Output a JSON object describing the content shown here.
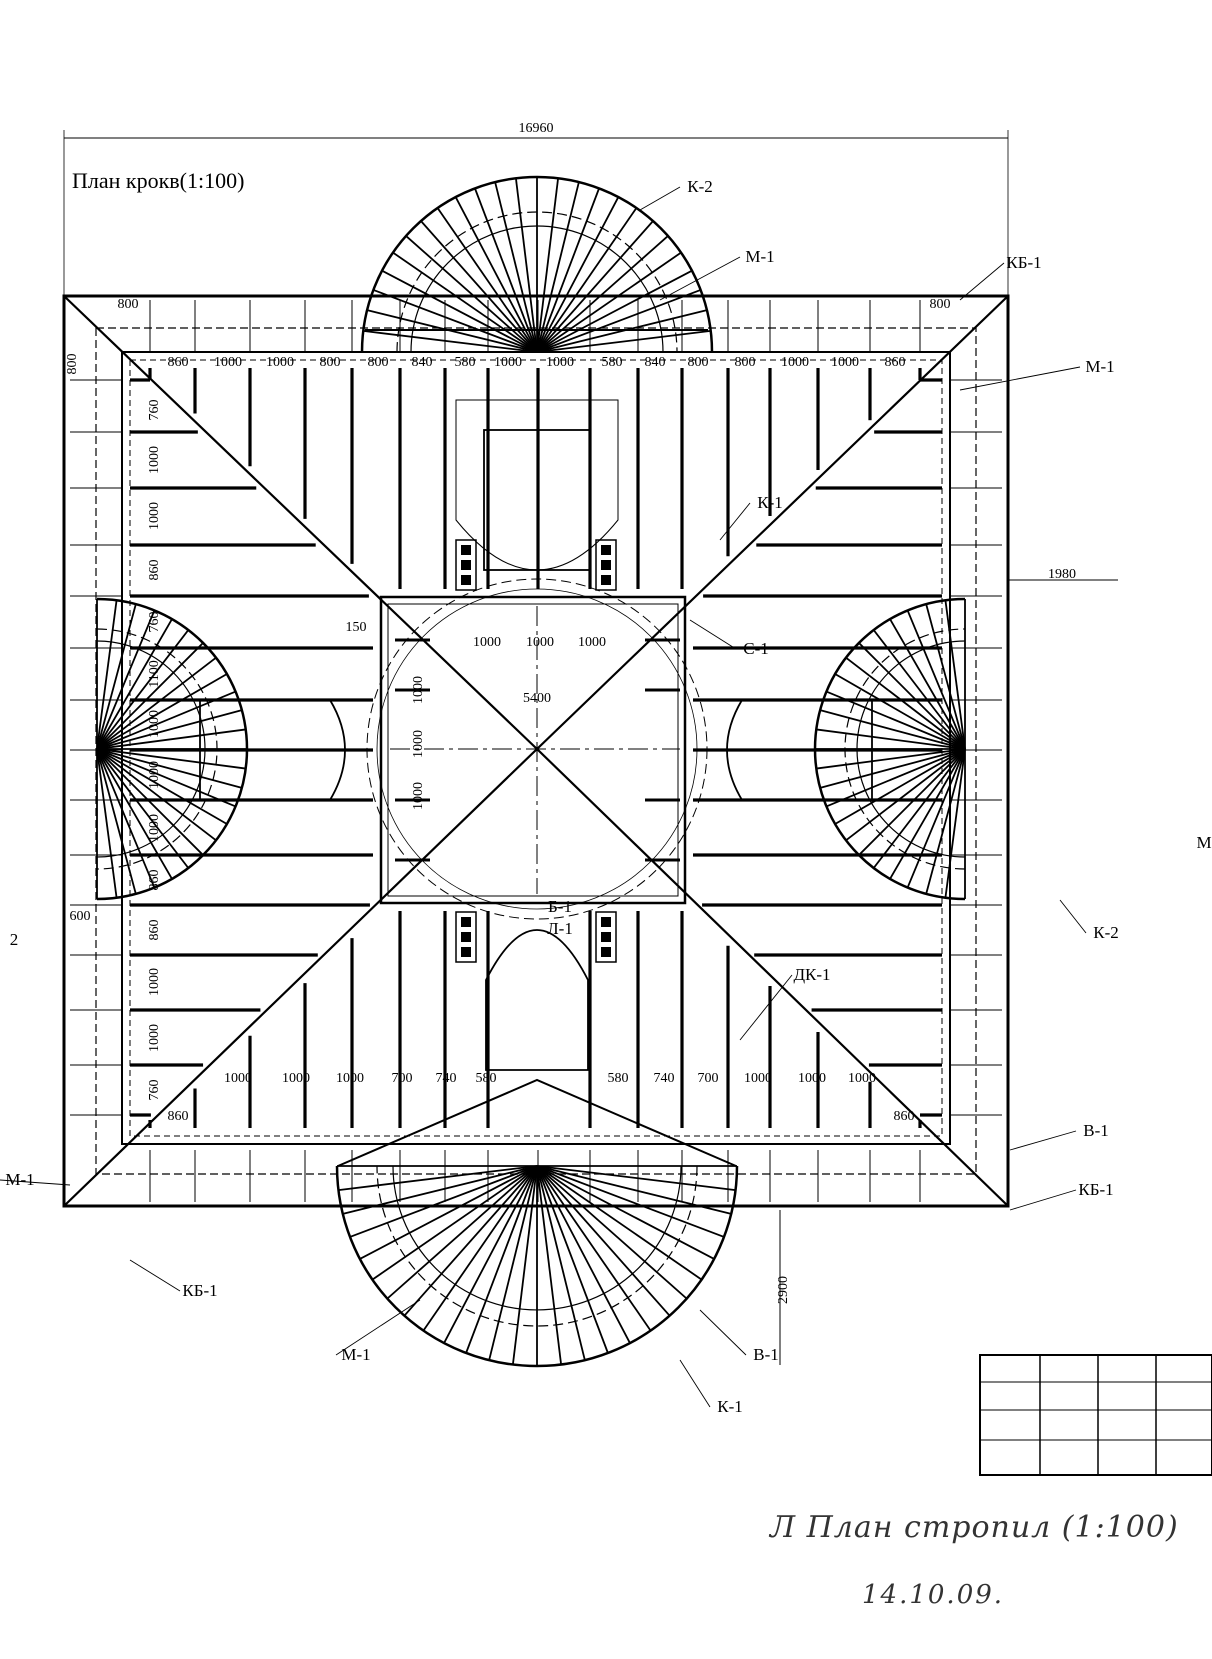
{
  "title": "План крокв(1:100)",
  "handwritten": {
    "line1": "Л  План стропил (1:100)",
    "line2": "14.10.09."
  },
  "dimensions": {
    "overall_width": "16960",
    "top_overhang_h": "800",
    "top_overhang_v": "800",
    "top_right_overhang": "800",
    "right_bay_depth": "1980",
    "bottom_bay_depth": "2900",
    "center_width": "5400",
    "center_setback": "150",
    "left_overhang": "600",
    "top_rafter_spacing": [
      "860",
      "1000",
      "1000",
      "800",
      "800",
      "840",
      "580",
      "1000",
      "1000",
      "580",
      "840",
      "800",
      "800",
      "1000",
      "1000",
      "860"
    ],
    "bottom_rafter_spacing": [
      "860",
      "1000",
      "1000",
      "1000",
      "700",
      "740",
      "580",
      "580",
      "740",
      "700",
      "1000",
      "1000",
      "1000",
      "860"
    ],
    "left_rafter_spacing": [
      "760",
      "1000",
      "1000",
      "860",
      "760",
      "1100",
      "1000",
      "1000",
      "1000",
      "860",
      "860",
      "1000",
      "1000",
      "760"
    ],
    "center_horizontal": [
      "1000",
      "1000",
      "1000"
    ],
    "center_vertical": [
      "1000",
      "1000",
      "1000"
    ]
  },
  "labels": {
    "k2_top": "К-2",
    "m1_top": "М-1",
    "kb1_top": "КБ-1",
    "m1_right": "М-1",
    "k1_mid": "К-1",
    "c1": "С-1",
    "b1": "Б-1",
    "l1": "Л-1",
    "dk1": "ДК-1",
    "m_right_cut": "М",
    "k2_right": "К-2",
    "b1_right": "В-1",
    "kb1_right": "КБ-1",
    "kb1_bottom": "КБ-1",
    "m1_left": "М-1",
    "m1_bottom": "М-1",
    "b1_bottom": "В-1",
    "k1_bottom": "К-1",
    "k2_left_cut": "2"
  }
}
